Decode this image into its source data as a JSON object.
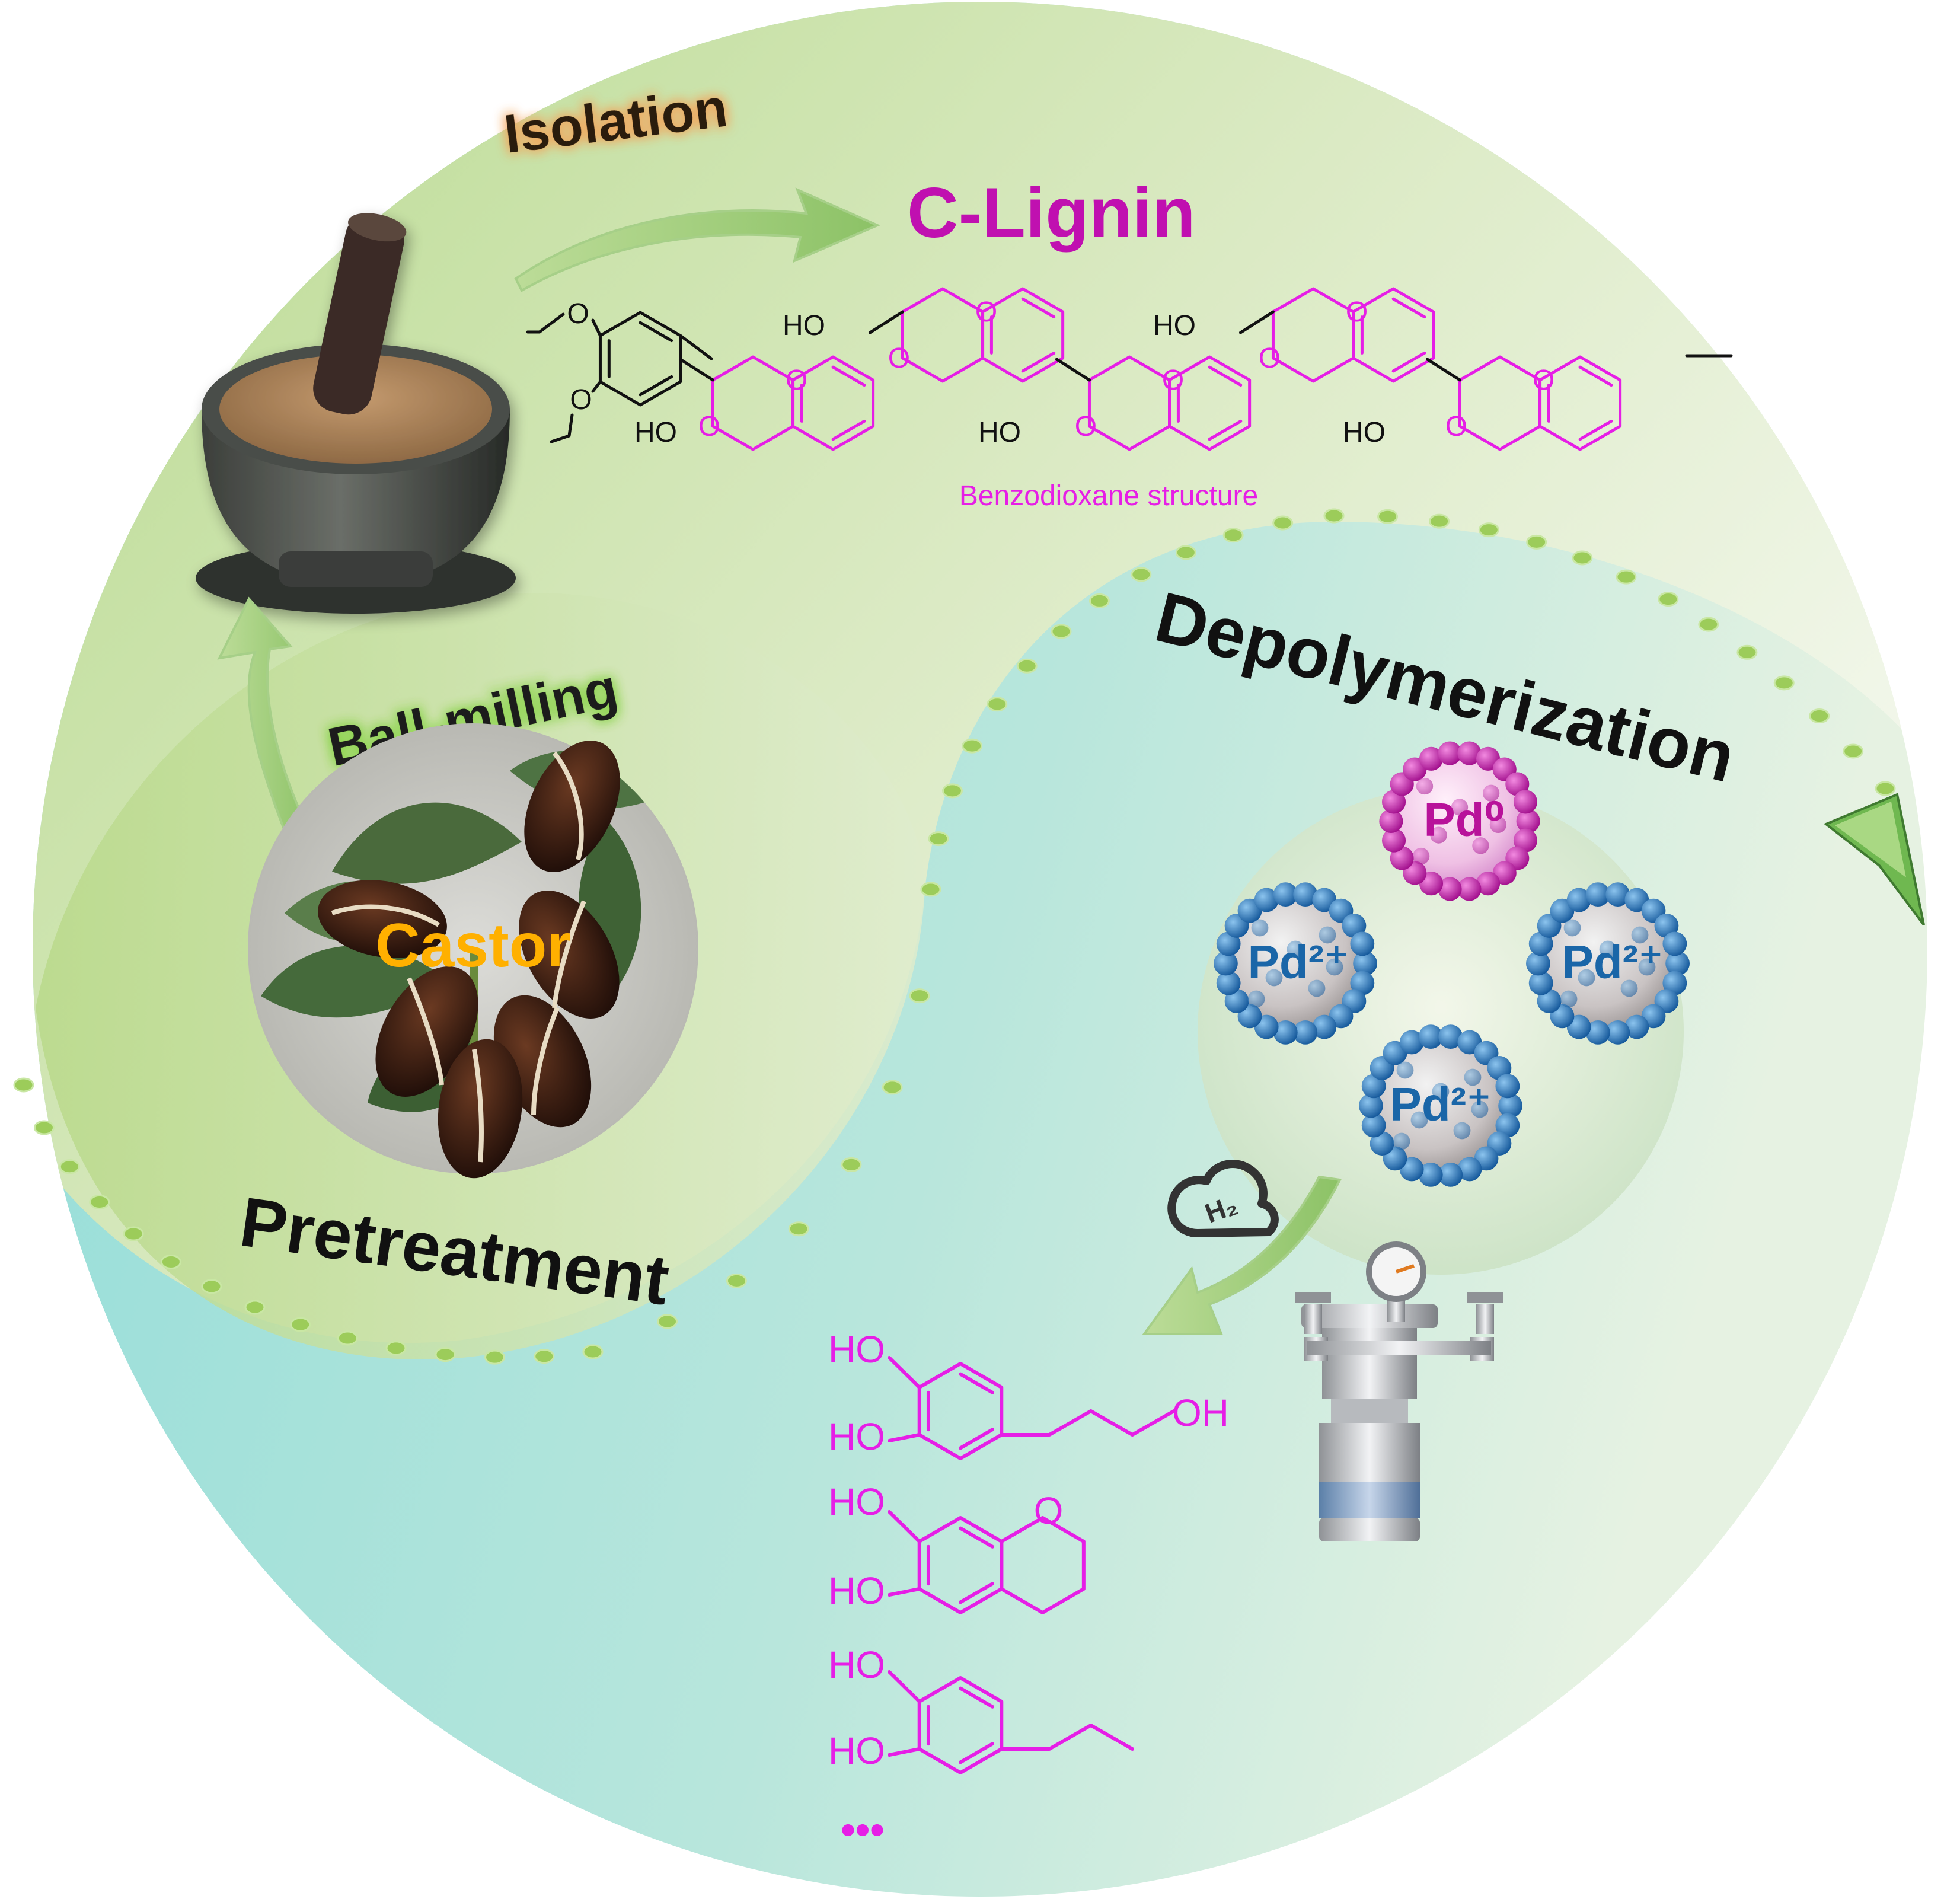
{
  "labels": {
    "isolation": "Isolation",
    "c_lignin": "C-Lignin",
    "benzodioxane": "Benzodioxane structure",
    "ball_milling": "Ball-milling",
    "castor": "Castor",
    "pretreatment": "Pretreatment",
    "depolymerization": "Depolymerization",
    "h2": "H₂",
    "ellipsis": "•••"
  },
  "catalyst": {
    "pd0": "Pd⁰",
    "pd2": "Pd²⁺"
  },
  "products": {
    "ho": "HO",
    "oh": "OH",
    "o": "O"
  },
  "lignin_structure": {
    "ho": "HO",
    "o": "O"
  },
  "colors": {
    "green_region": "#cfe3a8",
    "teal_region": "#9fe0d8",
    "magenta": "#e61ee6",
    "title_magenta": "#c010b0",
    "castor_orange": "#ffb000",
    "pd2_blue": "#1a66a8",
    "pd0_magenta": "#b8129a",
    "dot_green": "#9ccc5a"
  },
  "icons": [
    "mortar-pestle-icon",
    "castor-seeds-image",
    "h2-cloud-icon",
    "autoclave-reactor-icon",
    "curved-arrow-icon"
  ]
}
